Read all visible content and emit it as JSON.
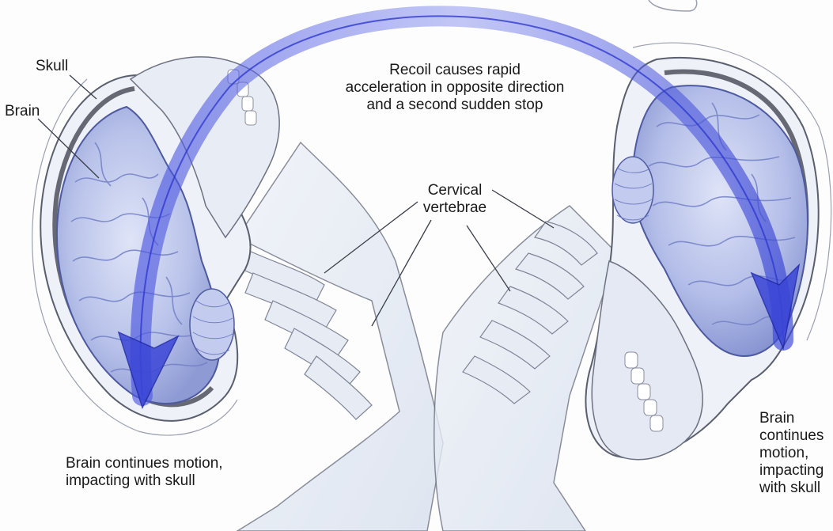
{
  "labels": {
    "skull": "Skull",
    "brain": "Brain",
    "recoil": "Recoil causes rapid\nacceleration in opposite direction\nand a second sudden stop",
    "cervical": "Cervical\nvertebrae",
    "left_caption": "Brain continues motion,\nimpacting with skull",
    "right_caption": "Brain\ncontinues\nmotion,\nimpacting\nwith skull"
  },
  "colors": {
    "brain_fill": "#b9c3ea",
    "brain_dark": "#7f8fcc",
    "skull_fill": "#eef1f8",
    "arrow": "#3a46d6",
    "line": "#5a5f6e"
  }
}
